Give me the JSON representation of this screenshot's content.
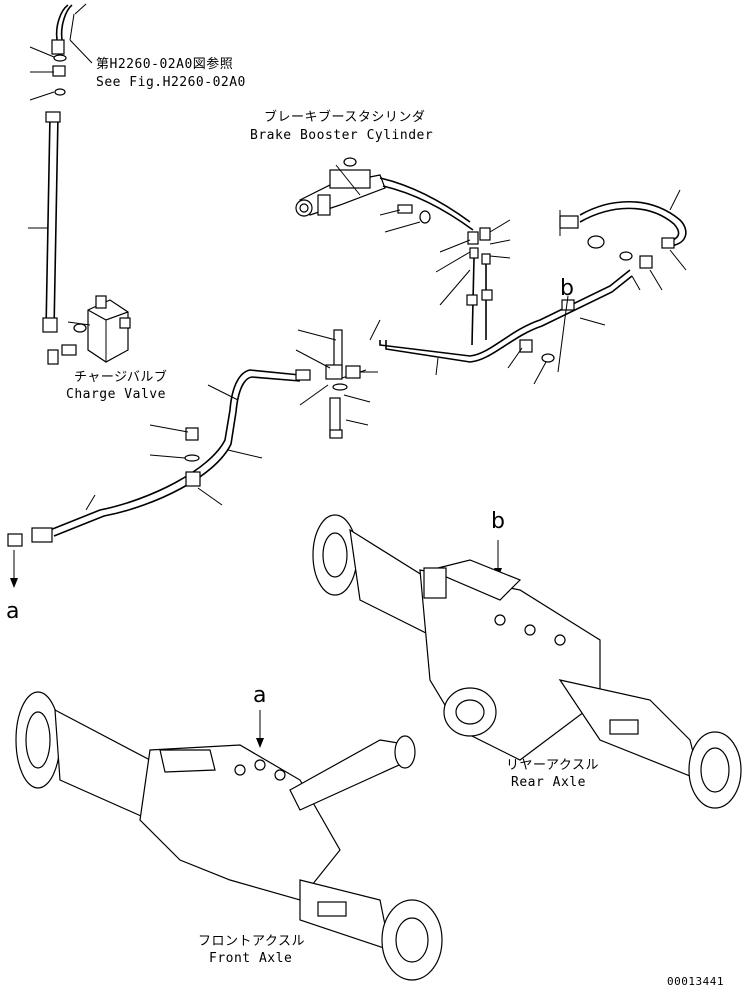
{
  "labels": {
    "ref_jp": "第H2260-02A0図参照",
    "ref_en": "See Fig.H2260-02A0",
    "booster_jp": "ブレーキブースタシリンダ",
    "booster_en": "Brake Booster Cylinder",
    "charge_jp": "チャージバルブ",
    "charge_en": "Charge Valve",
    "rear_jp": "リヤーアクスル",
    "rear_en": "Rear Axle",
    "front_jp": "フロントアクスル",
    "front_en": "Front Axle",
    "marker_a_left": "a",
    "marker_a_axle": "a",
    "marker_b_top": "b",
    "marker_b_axle": "b",
    "drawing_number": "00013441"
  }
}
